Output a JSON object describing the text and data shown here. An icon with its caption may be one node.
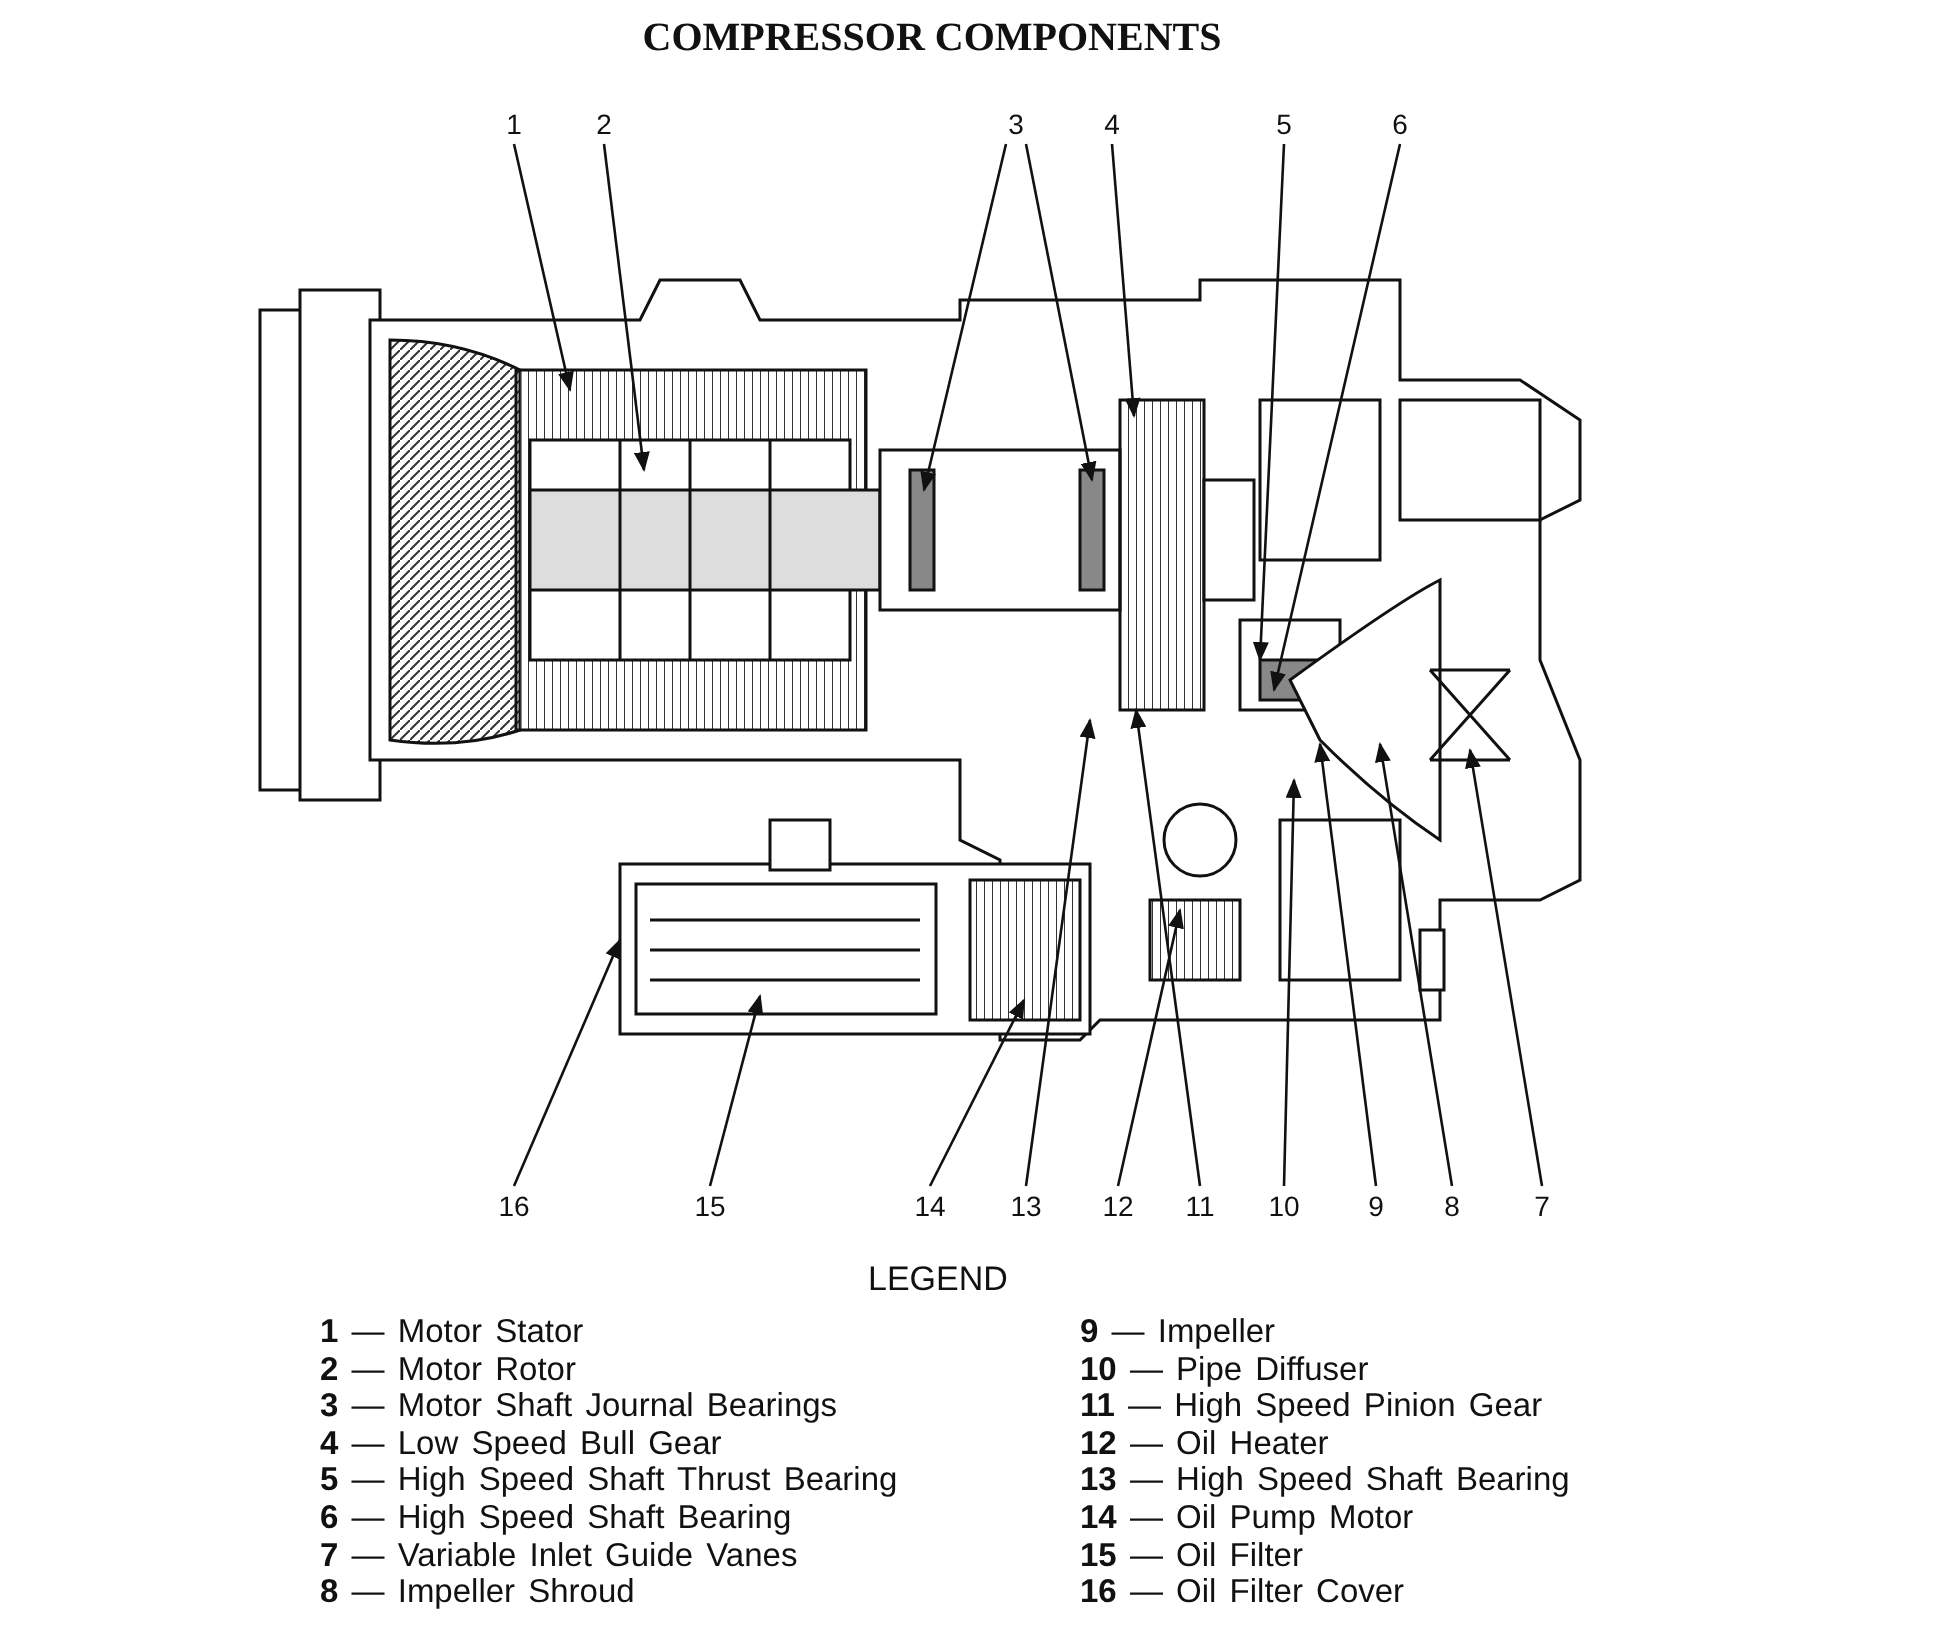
{
  "diagram": {
    "title": "COMPRESSOR COMPONENTS",
    "nodes": [
      {
        "text": [
          "1"
        ]
      },
      {
        "text": [
          "2"
        ]
      },
      {
        "text": [
          "3"
        ]
      },
      {
        "text": [
          "4"
        ]
      },
      {
        "text": [
          "5"
        ]
      },
      {
        "text": [
          "6"
        ]
      },
      {
        "text": [
          "16"
        ]
      },
      {
        "text": [
          "15"
        ]
      },
      {
        "text": [
          "14"
        ]
      },
      {
        "text": [
          "13"
        ]
      },
      {
        "text": [
          "12"
        ]
      },
      {
        "text": [
          "11"
        ]
      },
      {
        "text": [
          "10"
        ]
      },
      {
        "text": [
          "9"
        ]
      },
      {
        "text": [
          "8"
        ]
      },
      {
        "text": [
          "7"
        ]
      }
    ],
    "edges": [
      {
        "from": 0,
        "to": null,
        "arrow": "to"
      },
      {
        "from": 1,
        "to": null,
        "arrow": "to"
      },
      {
        "from": 2,
        "to": null,
        "arrow": "to"
      },
      {
        "from": 2,
        "to": null,
        "arrow": "to"
      },
      {
        "from": 3,
        "to": null,
        "arrow": "to"
      },
      {
        "from": 4,
        "to": null,
        "arrow": "to"
      },
      {
        "from": 5,
        "to": null,
        "arrow": "to"
      },
      {
        "from": 6,
        "to": null,
        "arrow": "to"
      },
      {
        "from": 7,
        "to": null,
        "arrow": "to"
      },
      {
        "from": 8,
        "to": null,
        "arrow": "to"
      },
      {
        "from": 9,
        "to": null,
        "arrow": "to"
      },
      {
        "from": 10,
        "to": null,
        "arrow": "to"
      },
      {
        "from": 11,
        "to": null,
        "arrow": "to"
      },
      {
        "from": 12,
        "to": null,
        "arrow": "to"
      },
      {
        "from": 13,
        "to": null,
        "arrow": "to"
      },
      {
        "from": 14,
        "to": null,
        "arrow": "to"
      },
      {
        "from": 15,
        "to": null,
        "arrow": "to"
      }
    ],
    "labels": [
      "LEGEND",
      "**1** — Motor Stator",
      "**2** — Motor Rotor",
      "**3** — Motor Shaft Journal Bearings",
      "**4** — Low Speed Bull Gear",
      "**5** — High Speed Shaft Thrust Bearing",
      "**6** — High Speed Shaft Bearing",
      "**7** — Variable Inlet Guide Vanes",
      "**8** — Impeller Shroud",
      "**9** — Impeller",
      "**10** — Pipe Diffuser",
      "**11** — High Speed Pinion Gear",
      "**12** — Oil Heater",
      "**13** — High Speed Shaft Bearing",
      "**14** — Oil Pump Motor",
      "**15** — Oil Filter",
      "**16** — Oil Filter Cover"
    ]
  }
}
